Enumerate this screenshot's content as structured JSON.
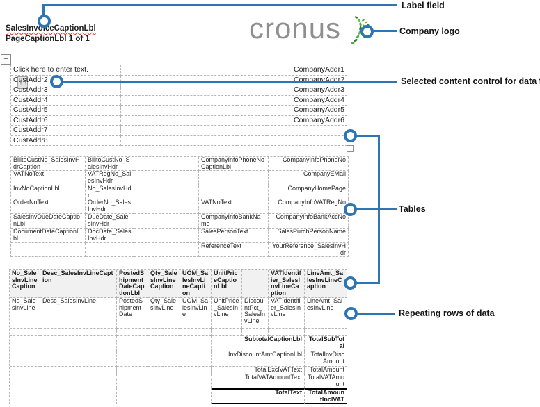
{
  "header": {
    "caption_label": "SalesInvoiceCaptionLbl",
    "page_caption": "PageCaptionLbl 1 of 1",
    "logo_text": "cronus"
  },
  "icons": {
    "move_handle": "+",
    "drag_dots": "⋮⋮"
  },
  "colors": {
    "callout_blue": "#2E75B6",
    "logo_gray": "#8F8F8F",
    "logo_green": "#4FAE3D",
    "table_header_bg": "#F1F1F1",
    "squiggle_red": "#D93025"
  },
  "callouts": {
    "label_field": "Label field",
    "company_logo": "Company logo",
    "selected_content_control": "Selected content control for data field",
    "tables": "Tables",
    "repeating_rows": "Repeating rows of data"
  },
  "address_table": {
    "rows": [
      {
        "left": "Click here to enter text.",
        "right": "CompanyAddr1"
      },
      {
        "left": "CustAddr2",
        "right": "CompanyAddr2"
      },
      {
        "left": "CustAddr3",
        "right": "CompanyAddr3"
      },
      {
        "left": "CustAddr4",
        "right": "CompanyAddr4"
      },
      {
        "left": "CustAddr5",
        "right": "CompanyAddr5"
      },
      {
        "left": "CustAddr6",
        "right": "CompanyAddr6"
      },
      {
        "left": "CustAddr7",
        "right": ""
      },
      {
        "left": "CustAddr8",
        "right": ""
      }
    ]
  },
  "info_table": {
    "rows": [
      [
        "BilltoCustNo_SalesInvHdrCaption",
        "BilltoCustNo_SalesInvHdr",
        "",
        "CompanyInfoPhoneNoCaptionLbl",
        "CompanyInfoPhoneNo"
      ],
      [
        "VATNoText",
        "VATRegNo_SalesInvHdr",
        "",
        "",
        "CompanyEMail"
      ],
      [
        "InvNoCaptionLbl",
        "No_SalesInvHdr",
        "",
        "",
        "CompanyHomePage"
      ],
      [
        "OrderNoText",
        "OrderNo_SalesInvHdr",
        "",
        "VATNoText",
        "CompanyInfoVATRegNo"
      ],
      [
        "SalesInvDueDateCaptionLbl",
        "DueDate_SalesInvHdr",
        "",
        "CompanyInfoBankName",
        "CompanyInfoBankAccNo"
      ],
      [
        "DocumentDateCaptionLbl",
        "DocDate_SalesInvHdr",
        "",
        "SalesPersonText",
        "SalesPurchPersonName"
      ],
      [
        "",
        "",
        "",
        "ReferenceText",
        "YourReference_SalesInvHdr"
      ]
    ]
  },
  "lines_table": {
    "header": [
      "No_SalesInvLineCaption",
      "Desc_SalesInvLineCaption",
      "PostedShipmentDateCaptionLbl",
      "Qty_SalesInvLineCaption",
      "UOM_SalesInvLineCaption",
      "UnitPriceCaptionLbl",
      "",
      "VATIdentifier_SalesInvLineCaption",
      "LineAmt_SalesInvLineCaption"
    ],
    "data_row": [
      "No_SalesInvLine",
      "Desc_SalesInvLine",
      "PostedShipmentDate",
      "Qty_SalesInvLine",
      "UOM_SalesInvLine",
      "UnitPrice_SalesInvLine",
      "DiscountPct_SalesInvLine",
      "VATIdentifier_SalesInvLine",
      "LineAmt_SalesInvLine"
    ],
    "totals": [
      {
        "caption": "SubtotalCaptionLbl",
        "value": "TotalSubTotal"
      },
      {
        "caption": "InvDiscountAmtCaptionLbl",
        "value": "TotalInvDiscAmount"
      },
      {
        "caption": "TotalExclVATText",
        "value": "TotalAmount"
      },
      {
        "caption": "TotalVATAmountText",
        "value": "TotalVATAmount"
      },
      {
        "caption": "TotalText",
        "value": "TotalAmountInclVAT"
      }
    ]
  }
}
